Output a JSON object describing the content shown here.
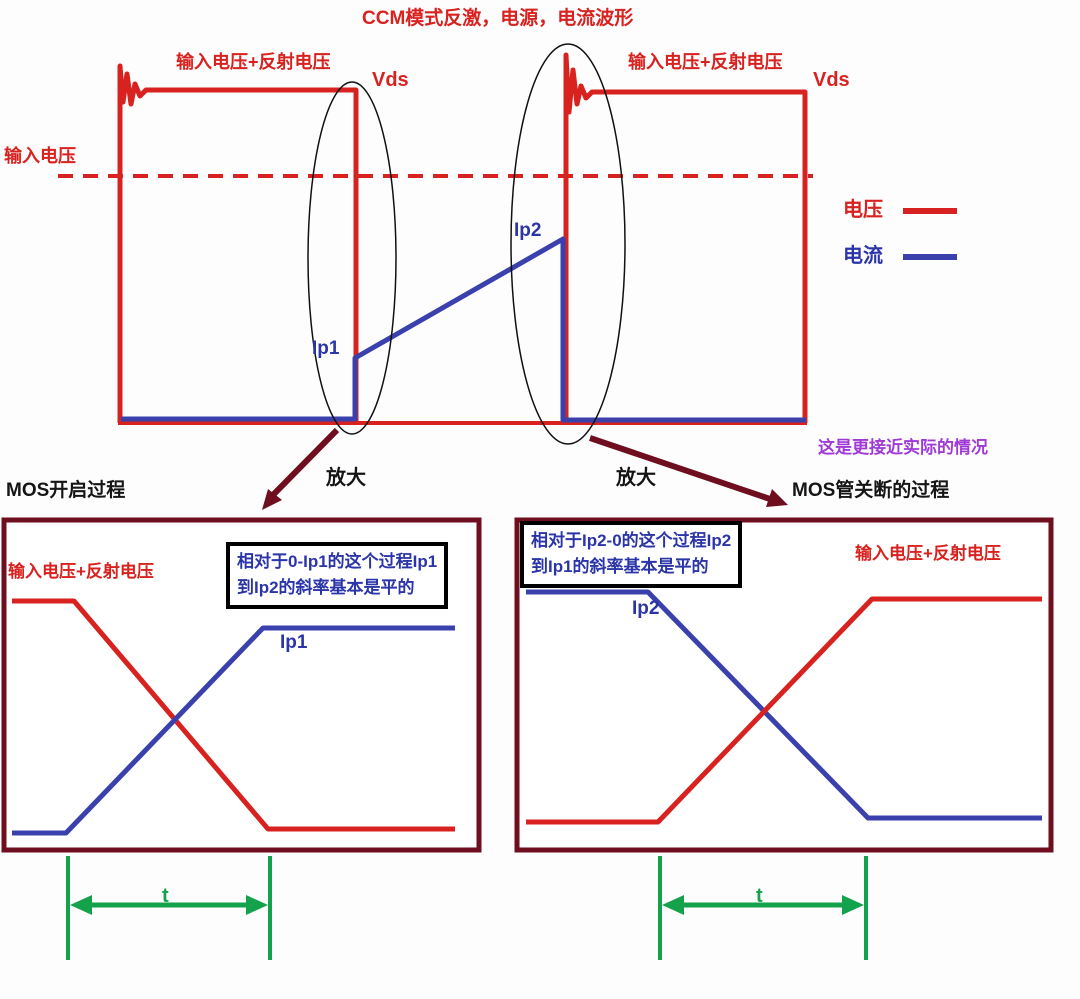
{
  "title": "CCM模式反激，电源，电流波形",
  "main_chart": {
    "label_vin_reflected_left": "输入电压+反射电压",
    "label_vds_left": "Vds",
    "label_vin_reflected_right": "输入电压+反射电压",
    "label_vds_right": "Vds",
    "label_vin": "输入电压",
    "label_ip1": "Ip1",
    "label_ip2": "Ip2",
    "legend": {
      "voltage_label": "电压",
      "current_label": "电流"
    },
    "note_realistic": "这是更接近实际的情况"
  },
  "zoom": {
    "left_label": "放大",
    "right_label": "放大"
  },
  "left_panel": {
    "heading": "MOS开启过程",
    "label_vin_reflected": "输入电压+反射电压",
    "note_line1": "相对于0-Ip1的这个过程Ip1",
    "note_line2": "到Ip2的斜率基本是平的",
    "label_ip1": "Ip1",
    "time_label": "t"
  },
  "right_panel": {
    "heading": "MOS管关断的过程",
    "note_line1": "相对于Ip2-0的这个过程Ip2",
    "note_line2": "到Ip1的斜率基本是平的",
    "label_vin_reflected": "输入电压+反射电压",
    "label_ip2": "Ip2",
    "time_label": "t"
  },
  "colors": {
    "voltage_red": "#d8221f",
    "current_blue": "#3a41ad",
    "arrow_dark_red": "#6e0e1e",
    "time_green": "#15a24c",
    "note_purple": "#a03ad6",
    "text_black": "#151515"
  }
}
